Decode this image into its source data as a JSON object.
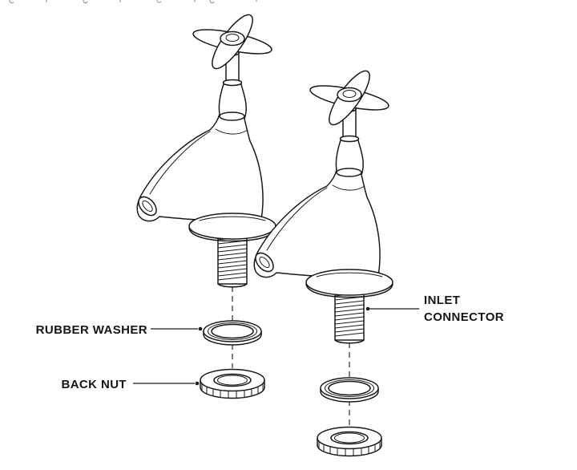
{
  "diagram": {
    "labels": {
      "rubber_washer": "RUBBER WASHER",
      "back_nut": "BACK NUT",
      "inlet_connector": "INLET CONNECTOR"
    },
    "colors": {
      "background": "#ffffff",
      "line": "#1a1a1a",
      "label_text": "#161616",
      "clipped_fragment": "#9b9b9b"
    }
  }
}
